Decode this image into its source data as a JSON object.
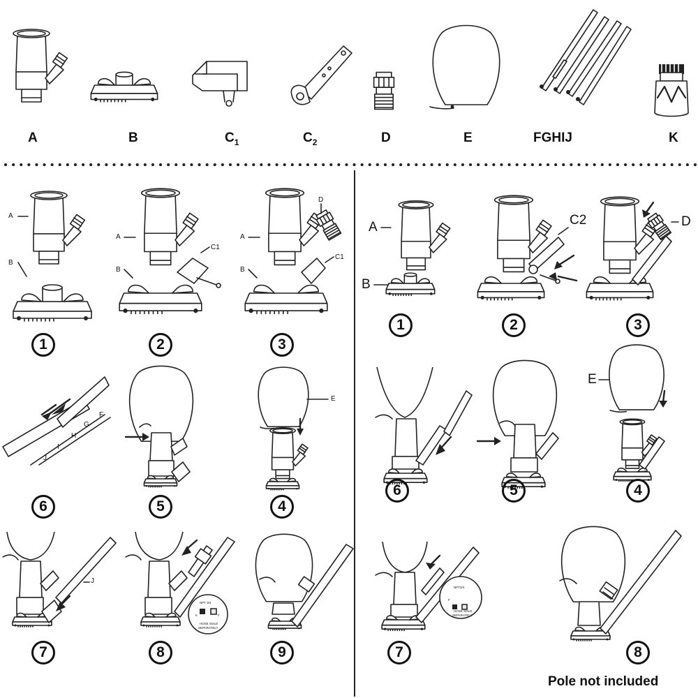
{
  "parts": [
    {
      "id": "A",
      "letter": "A",
      "sub": ""
    },
    {
      "id": "B",
      "letter": "B",
      "sub": ""
    },
    {
      "id": "C1",
      "letter": "C",
      "sub": "1"
    },
    {
      "id": "C2",
      "letter": "C",
      "sub": "2"
    },
    {
      "id": "D",
      "letter": "D",
      "sub": ""
    },
    {
      "id": "E",
      "letter": "E",
      "sub": ""
    },
    {
      "id": "FGHIJ",
      "letter": "FGHIJ",
      "sub": ""
    },
    {
      "id": "K",
      "letter": "K",
      "sub": ""
    }
  ],
  "left_panel": {
    "steps": [
      "1",
      "2",
      "3",
      "6",
      "5",
      "4",
      "7",
      "8",
      "9"
    ],
    "callouts": {
      "a1": "A",
      "b1": "B",
      "a2": "A",
      "b2": "B",
      "c1_2": "C1",
      "a3": "A",
      "b3": "B",
      "c1_3": "C1",
      "d3": "D",
      "e4": "E",
      "f": "F",
      "g": "G",
      "h": "H",
      "i": "I",
      "j": "J",
      "j7": "J"
    },
    "inset_text": [
      "NPT 3/4",
      "K",
      "F",
      "HOSE SOLD",
      "SEPARATELY"
    ]
  },
  "right_panel": {
    "steps": [
      "1",
      "2",
      "3",
      "6",
      "5",
      "4",
      "7",
      "8"
    ],
    "callouts": {
      "a": "A",
      "b": "B",
      "c2": "C2",
      "d": "D",
      "e": "E"
    },
    "inset_text": [
      "NPT3/4",
      "F",
      "HOSE SOLD",
      "SEPARATELY"
    ],
    "note": "Pole not included"
  },
  "colors": {
    "ink": "#222222",
    "background": "#ffffff"
  }
}
